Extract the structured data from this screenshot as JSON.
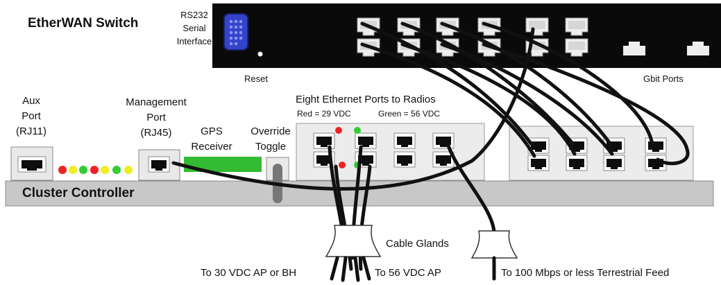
{
  "switch": {
    "title": "EtherWAN Switch",
    "serial_label": [
      "RS232",
      "Serial",
      "Interface"
    ],
    "reset_label": "Reset",
    "gbit_label": "Gbit Ports"
  },
  "controller": {
    "title": "Cluster Controller",
    "aux_label": [
      "Aux",
      "Port",
      "(RJ11)"
    ],
    "mgmt_label": [
      "Management",
      "Port",
      "(RJ45)"
    ],
    "gps_label": [
      "GPS",
      "Receiver"
    ],
    "override_label": [
      "Override",
      "Toggle"
    ],
    "radio_ports_label": "Eight Ethernet Ports to Radios",
    "red_voltage_label": "Red = 29 VDC",
    "green_voltage_label": "Green = 56 VDC"
  },
  "glands": {
    "label": "Cable Glands",
    "dest_30v": "To 30 VDC AP or BH",
    "dest_56v": "To 56 VDC AP",
    "dest_feed": "To 100 Mbps or less Terrestrial Feed"
  },
  "colors": {
    "switch_body": "#0a0a0a",
    "controller_body": "#c8c8c8",
    "port_panel": "#e9e9e9",
    "gps_green": "#33bb33",
    "serial_blue": "#3344cc",
    "led_red": "#ee2222",
    "led_yellow": "#eeee22",
    "led_green": "#33cc33",
    "cable": "#111111"
  }
}
